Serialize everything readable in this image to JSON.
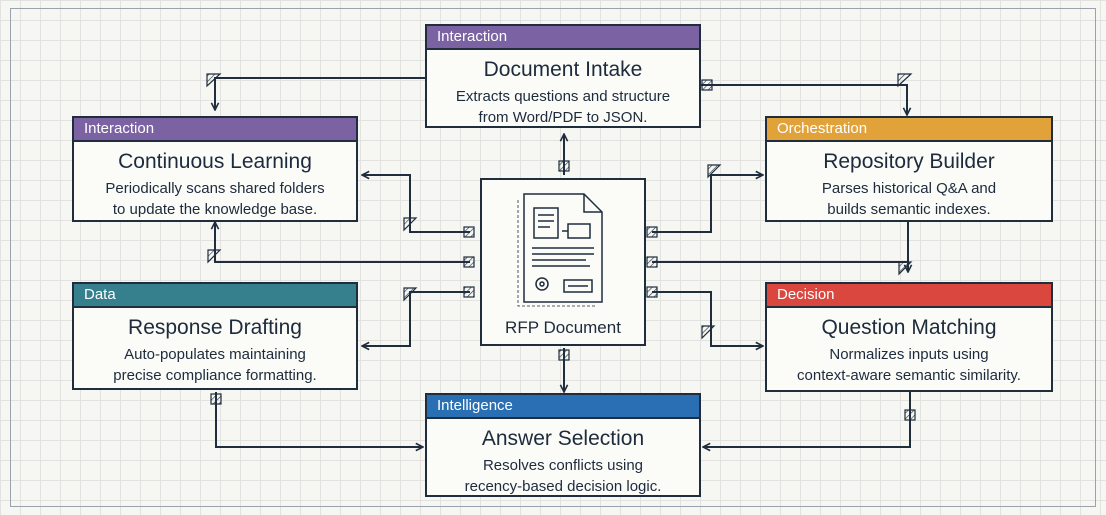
{
  "center": {
    "label": "RFP Document"
  },
  "nodes": {
    "document_intake": {
      "tag": "Interaction",
      "title": "Document Intake",
      "desc_line1": "Extracts questions and structure",
      "desc_line2": "from Word/PDF to JSON."
    },
    "continuous_learning": {
      "tag": "Interaction",
      "title": "Continuous Learning",
      "desc_line1": "Periodically scans shared folders",
      "desc_line2": "to update the knowledge base."
    },
    "repository_builder": {
      "tag": "Orchestration",
      "title": "Repository Builder",
      "desc_line1": "Parses historical Q&A and",
      "desc_line2": "builds semantic indexes."
    },
    "response_drafting": {
      "tag": "Data",
      "title": "Response Drafting",
      "desc_line1": "Auto-populates maintaining",
      "desc_line2": "precise compliance formatting."
    },
    "question_matching": {
      "tag": "Decision",
      "title": "Question Matching",
      "desc_line1": "Normalizes inputs using",
      "desc_line2": "context-aware semantic similarity."
    },
    "answer_selection": {
      "tag": "Intelligence",
      "title": "Answer Selection",
      "desc_line1": "Resolves conflicts using",
      "desc_line2": "recency-based decision logic."
    }
  },
  "colors": {
    "interaction": "#7a62a3",
    "orchestration": "#e2a23a",
    "data": "#35808c",
    "decision": "#d9473f",
    "intelligence": "#2a6fb3",
    "ink": "#1f2d3d"
  }
}
